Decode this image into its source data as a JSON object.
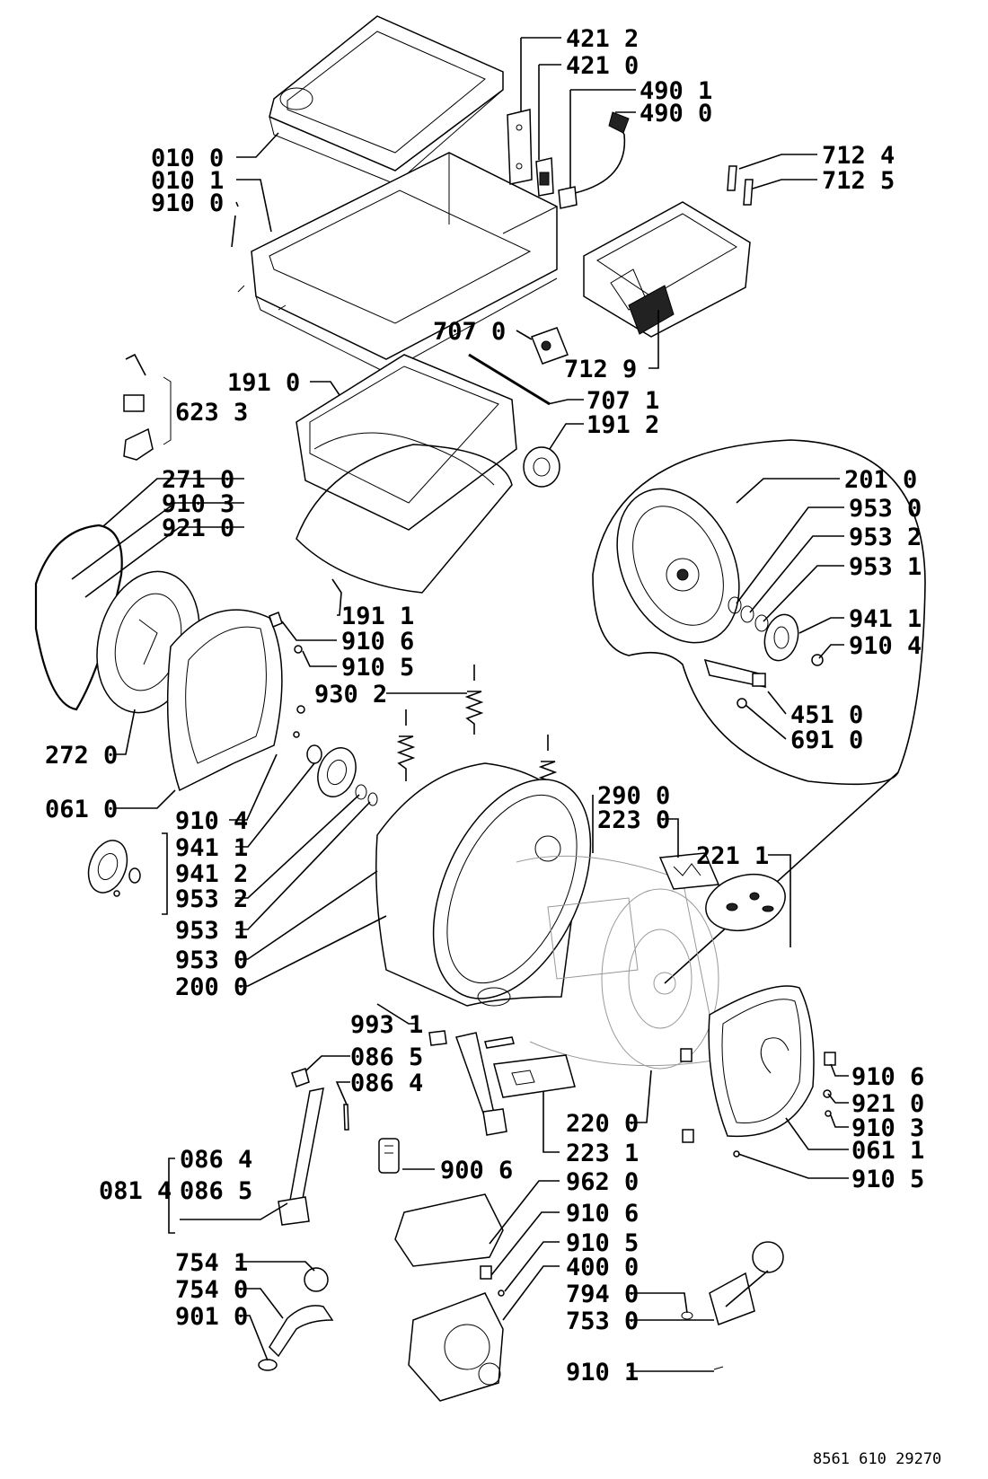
{
  "labels": [
    {
      "id": "l4212",
      "text": "421 2"
    },
    {
      "id": "l4210",
      "text": "421 0"
    },
    {
      "id": "l4901",
      "text": "490 1"
    },
    {
      "id": "l4900",
      "text": "490 0"
    },
    {
      "id": "l0100",
      "text": "010 0"
    },
    {
      "id": "l0101",
      "text": "010 1"
    },
    {
      "id": "l9100a",
      "text": "910 0"
    },
    {
      "id": "l7124",
      "text": "712 4"
    },
    {
      "id": "l7125",
      "text": "712 5"
    },
    {
      "id": "l7070",
      "text": "707 0"
    },
    {
      "id": "l7129",
      "text": "712 9"
    },
    {
      "id": "l1910",
      "text": "191 0"
    },
    {
      "id": "l7071",
      "text": "707 1"
    },
    {
      "id": "l1912",
      "text": "191 2"
    },
    {
      "id": "l6233",
      "text": "623 3"
    },
    {
      "id": "l2710",
      "text": "271 0"
    },
    {
      "id": "l9103a",
      "text": "910 3"
    },
    {
      "id": "l9210a",
      "text": "921 0"
    },
    {
      "id": "l2010",
      "text": "201 0"
    },
    {
      "id": "l9530a",
      "text": "953 0"
    },
    {
      "id": "l9532a",
      "text": "953 2"
    },
    {
      "id": "l9531a",
      "text": "953 1"
    },
    {
      "id": "l9411a",
      "text": "941 1"
    },
    {
      "id": "l9104a",
      "text": "910 4"
    },
    {
      "id": "l1911",
      "text": "191 1"
    },
    {
      "id": "l9106a",
      "text": "910 6"
    },
    {
      "id": "l9105a",
      "text": "910 5"
    },
    {
      "id": "l9302",
      "text": "930 2"
    },
    {
      "id": "l4510",
      "text": "451 0"
    },
    {
      "id": "l6910",
      "text": "691 0"
    },
    {
      "id": "l2720",
      "text": "272 0"
    },
    {
      "id": "l0610",
      "text": "061 0"
    },
    {
      "id": "l2900",
      "text": "290 0"
    },
    {
      "id": "l2230",
      "text": "223 0"
    },
    {
      "id": "l2211",
      "text": "221 1"
    },
    {
      "id": "l9104b",
      "text": "910 4"
    },
    {
      "id": "l9411b",
      "text": "941 1"
    },
    {
      "id": "l9412",
      "text": "941 2"
    },
    {
      "id": "l9532b",
      "text": "953 2"
    },
    {
      "id": "l9531b",
      "text": "953 1"
    },
    {
      "id": "l9530b",
      "text": "953 0"
    },
    {
      "id": "l2000",
      "text": "200 0"
    },
    {
      "id": "l9931",
      "text": "993 1"
    },
    {
      "id": "l0865a",
      "text": "086 5"
    },
    {
      "id": "l0864a",
      "text": "086 4"
    },
    {
      "id": "l9106b",
      "text": "910 6"
    },
    {
      "id": "l9210b",
      "text": "921 0"
    },
    {
      "id": "l9103b",
      "text": "910 3"
    },
    {
      "id": "l2200",
      "text": "220 0"
    },
    {
      "id": "l0611",
      "text": "061 1"
    },
    {
      "id": "l2231",
      "text": "223 1"
    },
    {
      "id": "l9105b",
      "text": "910 5"
    },
    {
      "id": "l0864b",
      "text": "086 4"
    },
    {
      "id": "l0814",
      "text": "081 4"
    },
    {
      "id": "l0865b",
      "text": "086 5"
    },
    {
      "id": "l9006",
      "text": "900 6"
    },
    {
      "id": "l9620",
      "text": "962 0"
    },
    {
      "id": "l9106c",
      "text": "910 6"
    },
    {
      "id": "l9105c",
      "text": "910 5"
    },
    {
      "id": "l7541",
      "text": "754 1"
    },
    {
      "id": "l4000",
      "text": "400 0"
    },
    {
      "id": "l7540",
      "text": "754 0"
    },
    {
      "id": "l7940",
      "text": "794 0"
    },
    {
      "id": "l9010",
      "text": "901 0"
    },
    {
      "id": "l7530",
      "text": "753 0"
    },
    {
      "id": "l9101",
      "text": "910 1"
    }
  ],
  "footer": {
    "code": "8561 610 29270"
  }
}
